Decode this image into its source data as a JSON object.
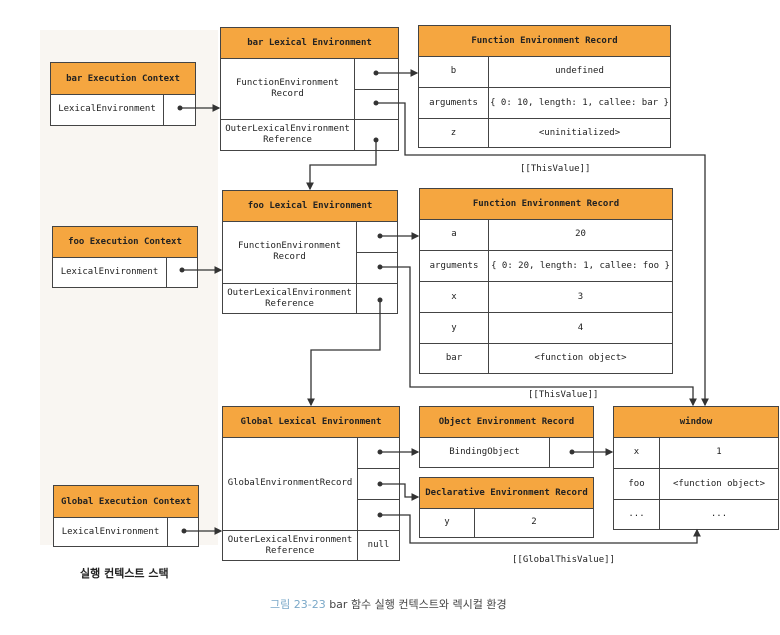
{
  "bar_ec": {
    "title": "bar Execution Context",
    "row": "LexicalEnvironment"
  },
  "foo_ec": {
    "title": "foo Execution Context",
    "row": "LexicalEnvironment"
  },
  "global_ec": {
    "title": "Global Execution Context",
    "row": "LexicalEnvironment"
  },
  "bar_le": {
    "title": "bar Lexical Environment",
    "record": "FunctionEnvironment Record",
    "outer": "OuterLexicalEnvironment Reference"
  },
  "foo_le": {
    "title": "foo Lexical Environment",
    "record": "FunctionEnvironment Record",
    "outer": "OuterLexicalEnvironment Reference"
  },
  "global_le": {
    "title": "Global Lexical Environment",
    "record": "GlobalEnvironmentRecord",
    "outer": "OuterLexicalEnvironment Reference",
    "outer_value": "null"
  },
  "bar_fer": {
    "title": "Function Environment Record",
    "rows": [
      [
        "b",
        "undefined"
      ],
      [
        "arguments",
        "{ 0: 10, length: 1, callee: bar }"
      ],
      [
        "z",
        "<uninitialized>"
      ]
    ]
  },
  "foo_fer": {
    "title": "Function Environment Record",
    "rows": [
      [
        "a",
        "20"
      ],
      [
        "arguments",
        "{ 0: 20, length: 1, callee: foo }"
      ],
      [
        "x",
        "3"
      ],
      [
        "y",
        "4"
      ],
      [
        "bar",
        "<function object>"
      ]
    ]
  },
  "object_er": {
    "title": "Object Environment Record",
    "row": "BindingObject"
  },
  "decl_er": {
    "title": "Declarative Environment Record",
    "rows": [
      [
        "y",
        "2"
      ]
    ]
  },
  "window": {
    "title": "window",
    "rows": [
      [
        "x",
        "1"
      ],
      [
        "foo",
        "<function object>"
      ],
      [
        "...",
        "..."
      ]
    ]
  },
  "labels": {
    "this_value_1": "[[ThisValue]]",
    "this_value_2": "[[ThisValue]]",
    "global_this_value": "[[GlobalThisValue]]",
    "stack": "실행 컨텍스트 스택",
    "caption_num": "그림 23-23",
    "caption_text": " bar 함수 실행 컨텍스트와 렉시컬 환경"
  },
  "colors": {
    "header": "#f5a640",
    "caption_num": "#7aa8c8"
  }
}
